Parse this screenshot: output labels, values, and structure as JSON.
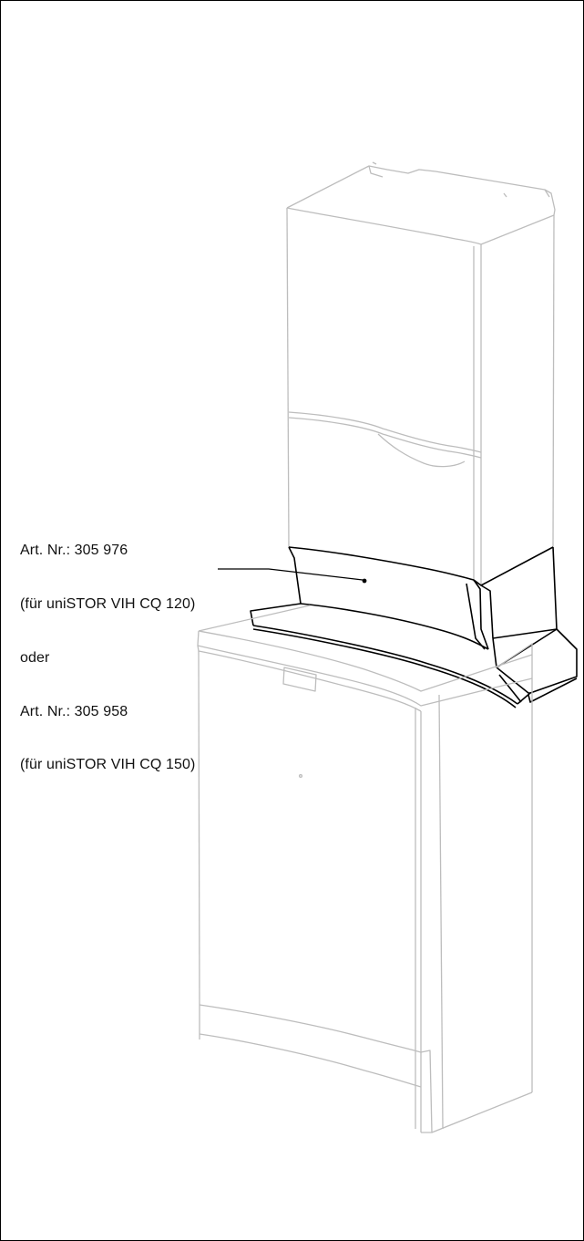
{
  "callout": {
    "lines": [
      "Art. Nr.: 305 976",
      "(für uniSTOR VIH CQ 120)",
      "oder",
      "Art. Nr.: 305 958",
      "(für uniSTOR VIH CQ 150)"
    ]
  },
  "colors": {
    "appliance_lines": "#bdbdbd",
    "highlighted_part": "#000000",
    "frame": "#000000"
  }
}
